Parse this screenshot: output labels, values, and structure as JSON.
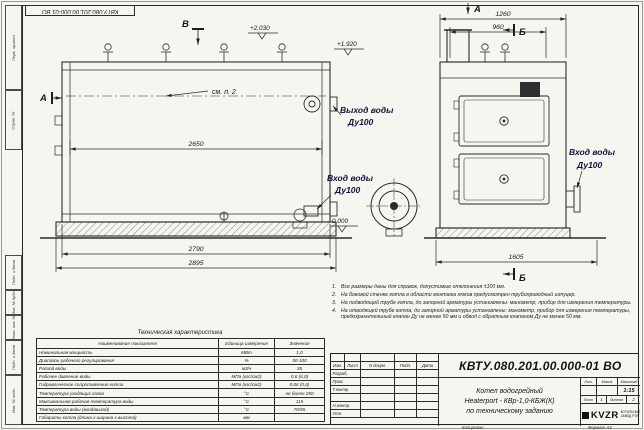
{
  "sheet": {
    "doc_number": "КВТУ.080.201.00.000-01 ВО",
    "copied_label": "Копировал",
    "format_label": "Формат А3"
  },
  "margin_stamps": {
    "items": [
      {
        "label": "Перв. примен."
      },
      {
        "label": "Справ. №"
      },
      {
        "label": "Подп. и дата"
      },
      {
        "label": "Инв. № дубл."
      },
      {
        "label": "Взам. инв. №"
      },
      {
        "label": "Подп. и дата"
      },
      {
        "label": "Инв. № подл."
      }
    ]
  },
  "views": {
    "left": {
      "section_b": "В",
      "section_a": "А",
      "see_note": "см. п. 2",
      "d2650": "2650",
      "d2790": "2790",
      "d2895": "2895",
      "elev_top": "+2.030",
      "elev_mid": "+1.920",
      "elev_zero": "0.000",
      "outlet_line1": "Выход воды",
      "outlet_line2": "Ду100",
      "inlet_line1": "Вход воды",
      "inlet_line2": "Ду100"
    },
    "right": {
      "label_a": "А",
      "label_b": "Б",
      "d1260": "1260",
      "d960": "960",
      "d1605": "1605",
      "inlet_line1": "Вход воды",
      "inlet_line2": "Ду100"
    }
  },
  "notes": {
    "items": [
      {
        "num": "1.",
        "text": "Все размеры даны для справок, допустимые отклонения ±100 мм."
      },
      {
        "num": "2.",
        "text": "На боковой стенке котла в области монтажа люков предусмотрен трубопроводный штуцер."
      },
      {
        "num": "3.",
        "text": "На подводящей трубе котла, до запорной арматуры установлены: манометр, прибор для измерения температуры."
      },
      {
        "num": "4.",
        "text": "На отводящей трубе котла, до запорной арматуры установлены: манометр, прибор для измерения температуры, предохранительный клапан Ду не менее 50 мм и обвод с обратным клапаном Ду не менее 50 мм."
      }
    ]
  },
  "tech_table": {
    "title": "Техническая характеристика",
    "headers": {
      "name": "Наименование показателя",
      "unit": "Единица измерения",
      "value": "Значение"
    },
    "rows": [
      {
        "name": "Номинальная мощность",
        "unit": "МВт",
        "value": "1,0"
      },
      {
        "name": "Диапазон рабочего регулирования",
        "unit": "%",
        "value": "50-100"
      },
      {
        "name": "Расход воды",
        "unit": "м3/ч",
        "value": "35"
      },
      {
        "name": "Рабочее давление воды",
        "unit": "МПа (кгс/см2)",
        "value": "0,6 (6,0)"
      },
      {
        "name": "Гидравлическое сопротивление котла",
        "unit": "МПа (кгс/см2)",
        "value": "0,06 (0,6)"
      },
      {
        "name": "Температура уходящих газов",
        "unit": "°С",
        "value": "не более 250"
      },
      {
        "name": "Максимальная рабочая температура воды",
        "unit": "°С",
        "value": "115"
      },
      {
        "name": "Температура воды (вход/выход)",
        "unit": "°С",
        "value": "70/95"
      },
      {
        "name": "Габариты котла (длина х ширина х высота)",
        "unit": "мм",
        "value": ""
      }
    ]
  },
  "title_block": {
    "doc_number": "КВТУ.080.201.00.000-01 ВО",
    "name_line1": "Котел водогрейный",
    "name_line2": "Heaterport - КВр-1,0-КБЖ(К)",
    "name_line3": "по техническому заданию",
    "header": {
      "izm": "Изм.",
      "list": "Лист",
      "doc": "N докум.",
      "podp": "Подп.",
      "date": "Дата"
    },
    "sig_rows": [
      {
        "label": "Разраб."
      },
      {
        "label": "Пров."
      },
      {
        "label": "Т.контр."
      },
      {
        "label": ""
      },
      {
        "label": "Н.контр."
      },
      {
        "label": "Утв."
      }
    ],
    "lit_label": "Лит.",
    "mass_label": "Масса",
    "scale_label": "Масштаб",
    "scale_value": "1:15",
    "sheet_label": "Лист",
    "sheet_value": "1",
    "sheets_label": "Листов",
    "sheets_value": "2",
    "logo_text": "KVZR",
    "company_line1": "КОТЕЛЬНЫЙ",
    "company_line2": "ЗАВОД РЭП"
  }
}
